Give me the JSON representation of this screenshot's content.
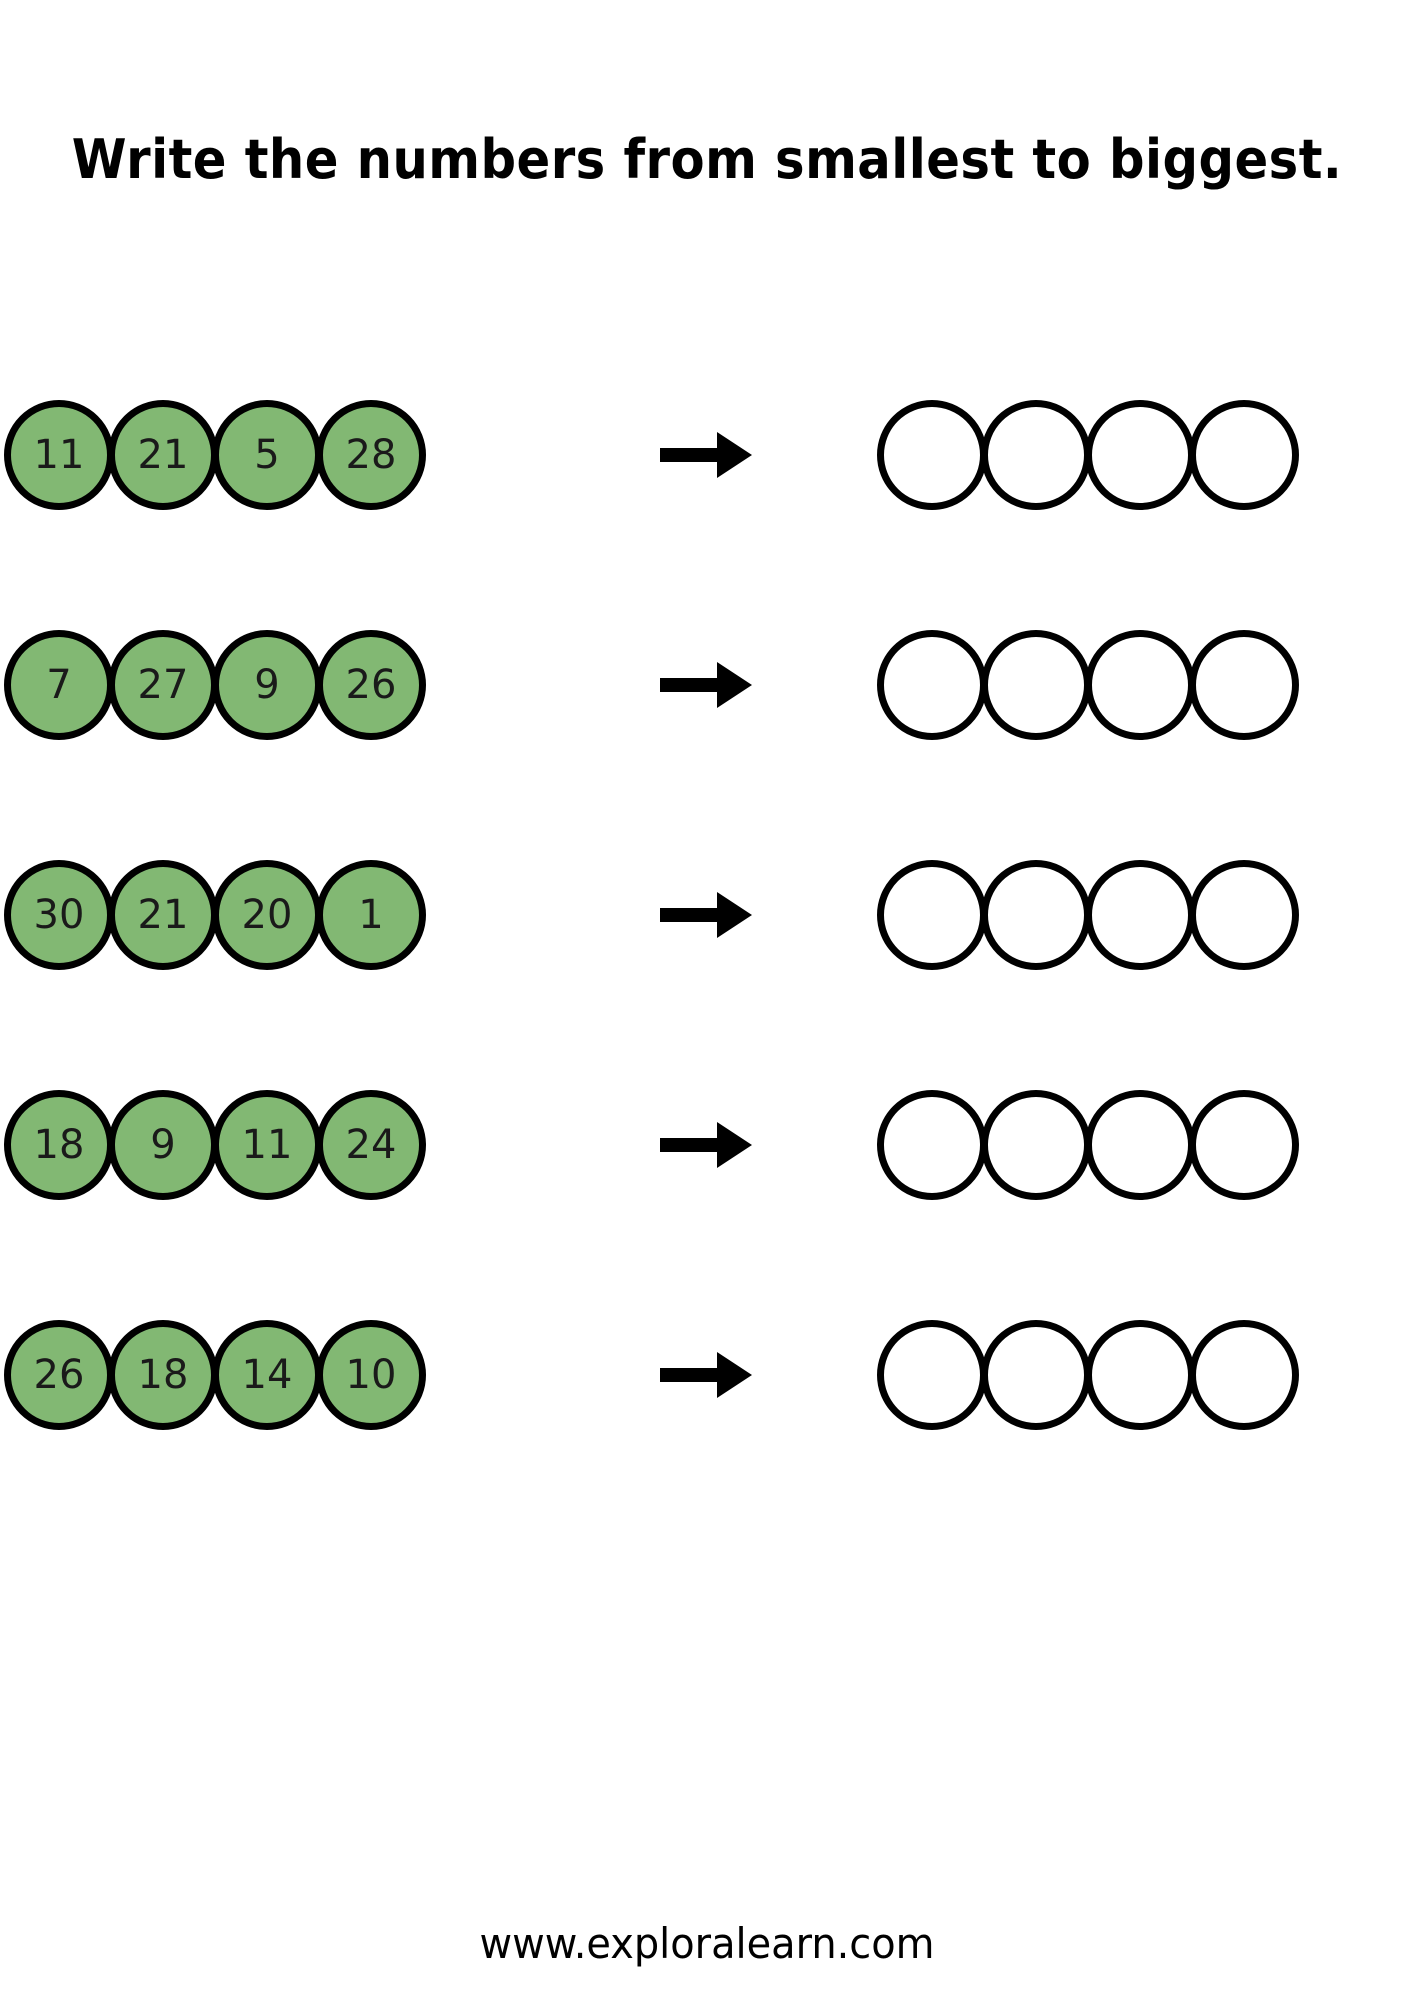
{
  "worksheet": {
    "title": "Write the numbers from smallest to biggest.",
    "footer": "www.exploralearn.com",
    "colors": {
      "circle_fill": "#82b873",
      "circle_stroke": "#000000",
      "answer_fill": "#ffffff",
      "text": "#000000",
      "background": "#ffffff"
    },
    "arrow_icon": "right-arrow-icon",
    "answers_per_row": 4,
    "rows": [
      {
        "index": 1,
        "given": [
          "11",
          "21",
          "5",
          "28"
        ],
        "answers": [
          "",
          "",
          "",
          ""
        ]
      },
      {
        "index": 2,
        "given": [
          "7",
          "27",
          "9",
          "26"
        ],
        "answers": [
          "",
          "",
          "",
          ""
        ]
      },
      {
        "index": 3,
        "given": [
          "30",
          "21",
          "20",
          "1"
        ],
        "answers": [
          "",
          "",
          "",
          ""
        ]
      },
      {
        "index": 4,
        "given": [
          "18",
          "9",
          "11",
          "24"
        ],
        "answers": [
          "",
          "",
          "",
          ""
        ]
      },
      {
        "index": 5,
        "given": [
          "26",
          "18",
          "14",
          "10"
        ],
        "answers": [
          "",
          "",
          "",
          ""
        ]
      }
    ]
  }
}
